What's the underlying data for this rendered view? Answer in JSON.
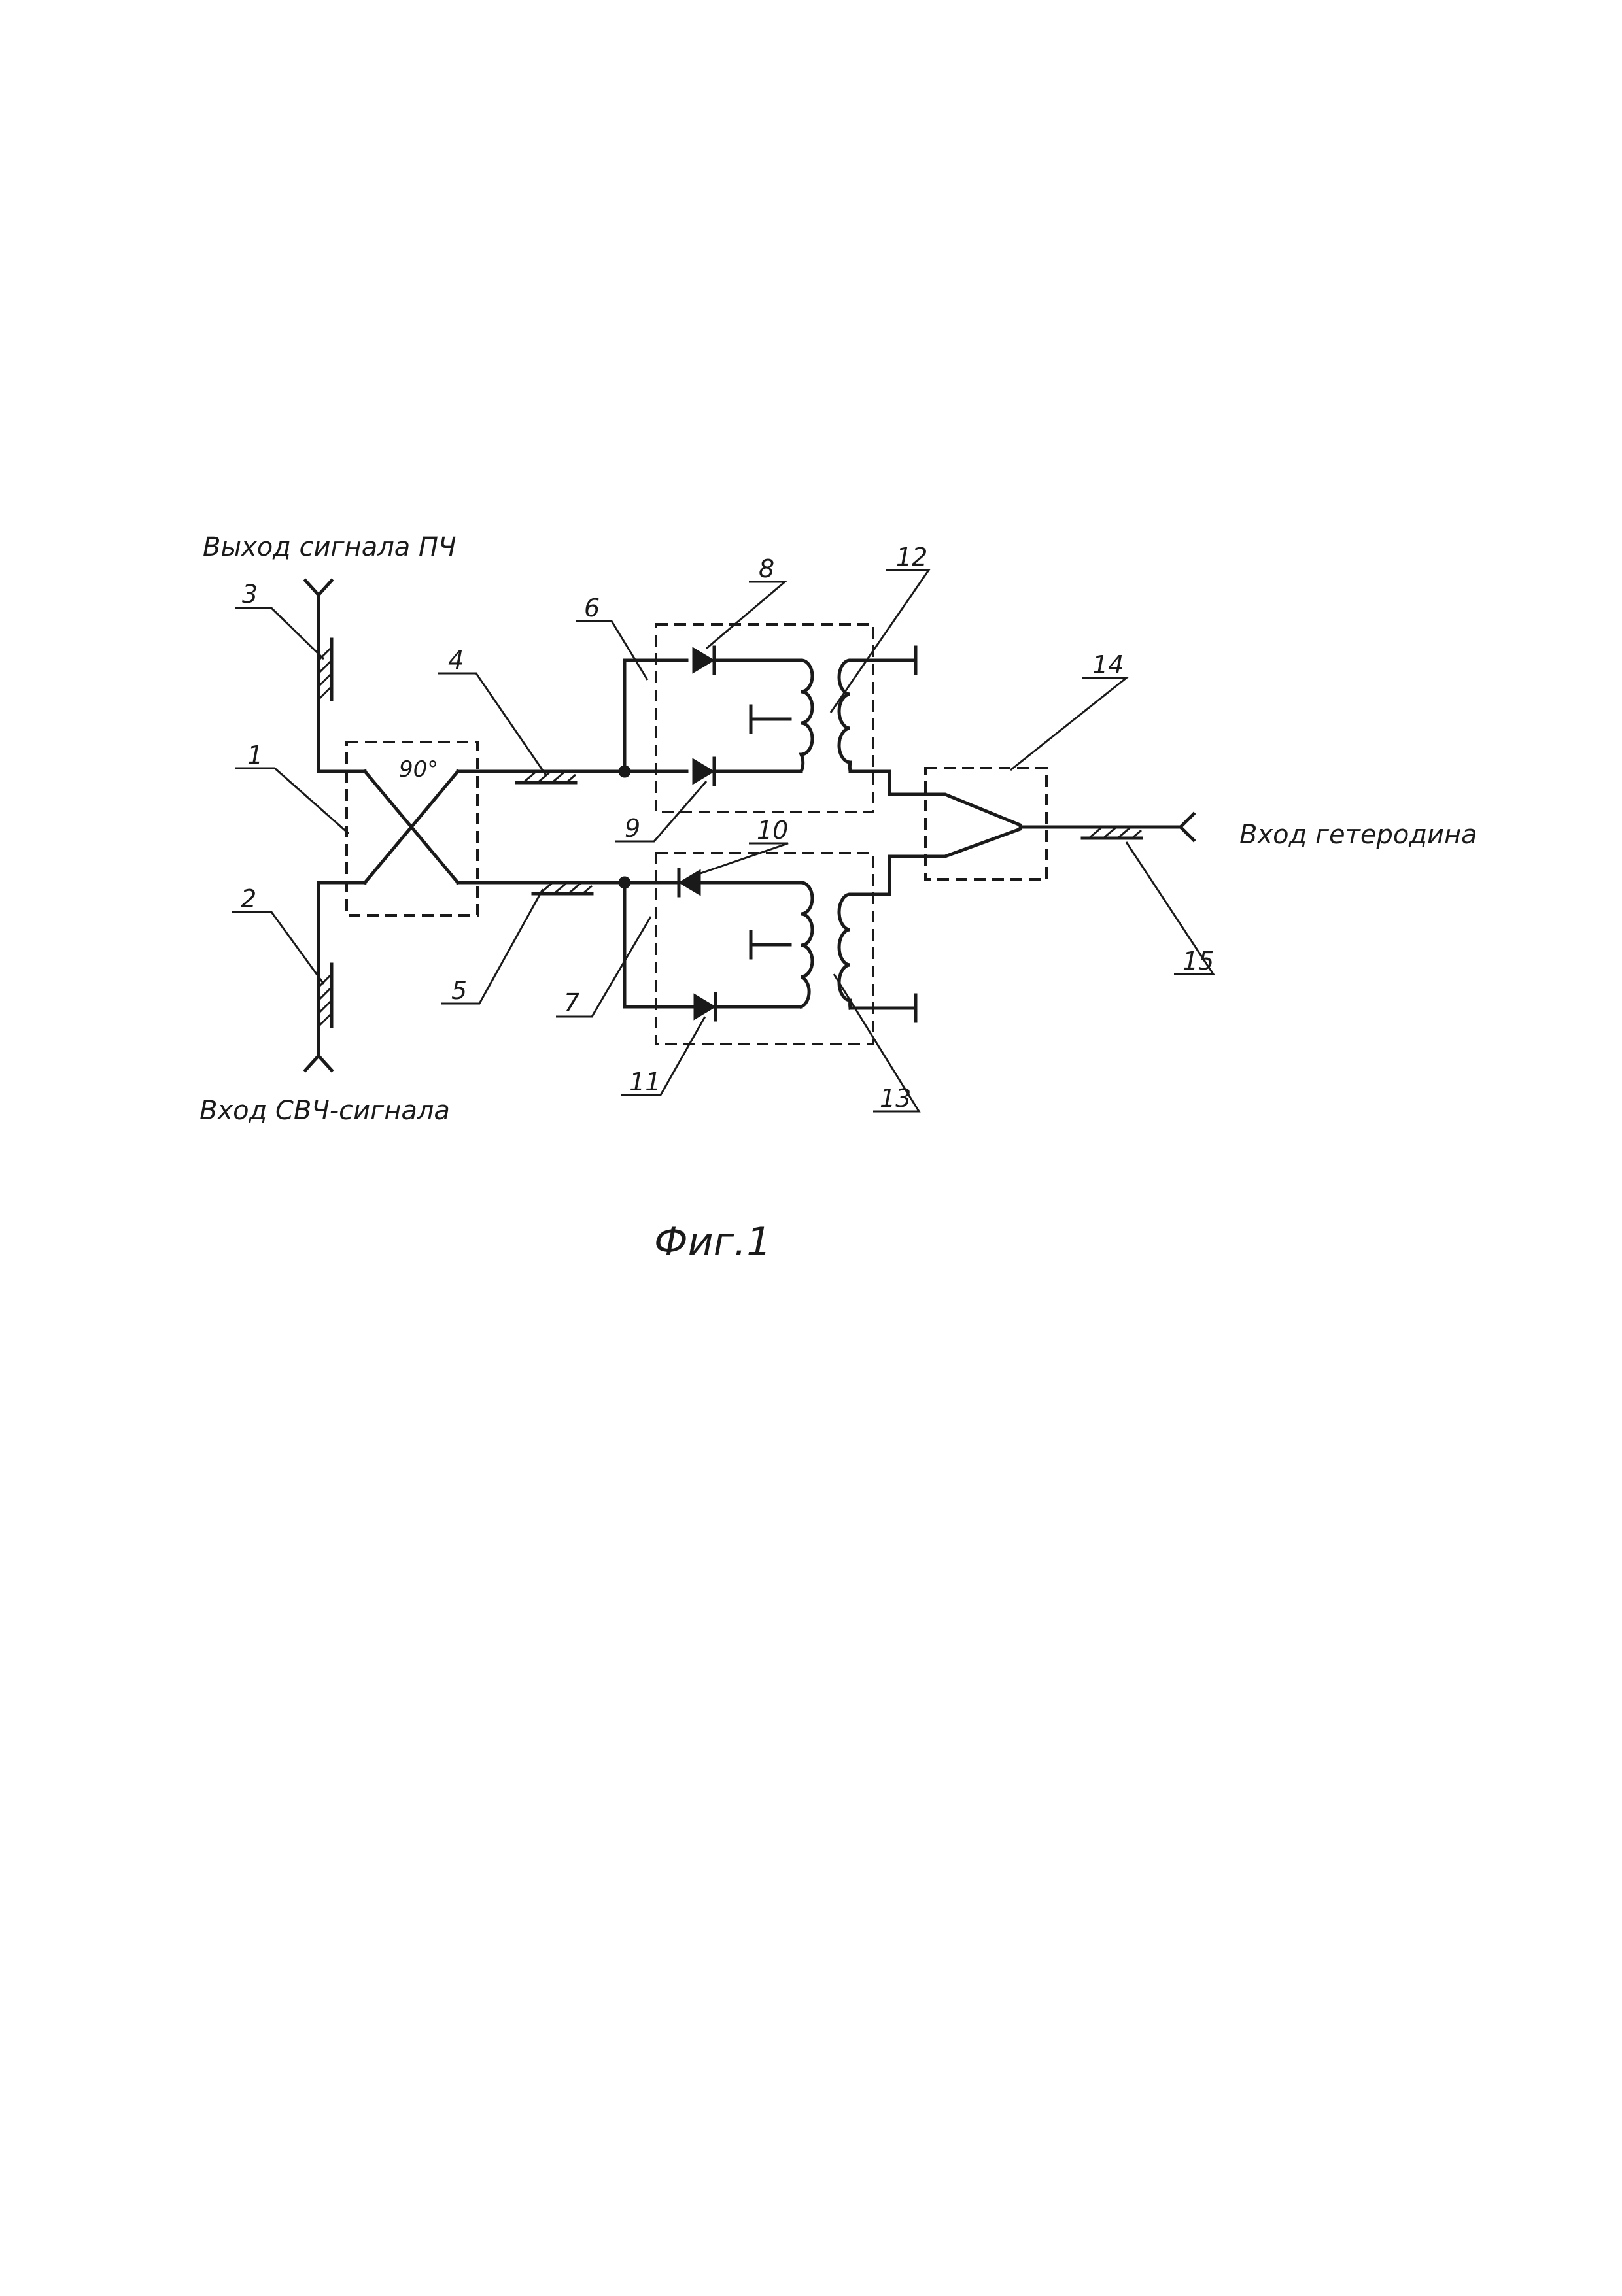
{
  "labels": {
    "if_output": "Выход сигнала ПЧ",
    "rf_input": "Вход СВЧ-сигнала",
    "lo_input": "Вход гетеродина",
    "phase": "90°",
    "figure": "Фиг.1"
  },
  "refs": [
    "1",
    "2",
    "3",
    "4",
    "5",
    "6",
    "7",
    "8",
    "9",
    "10",
    "11",
    "12",
    "13",
    "14",
    "15"
  ]
}
